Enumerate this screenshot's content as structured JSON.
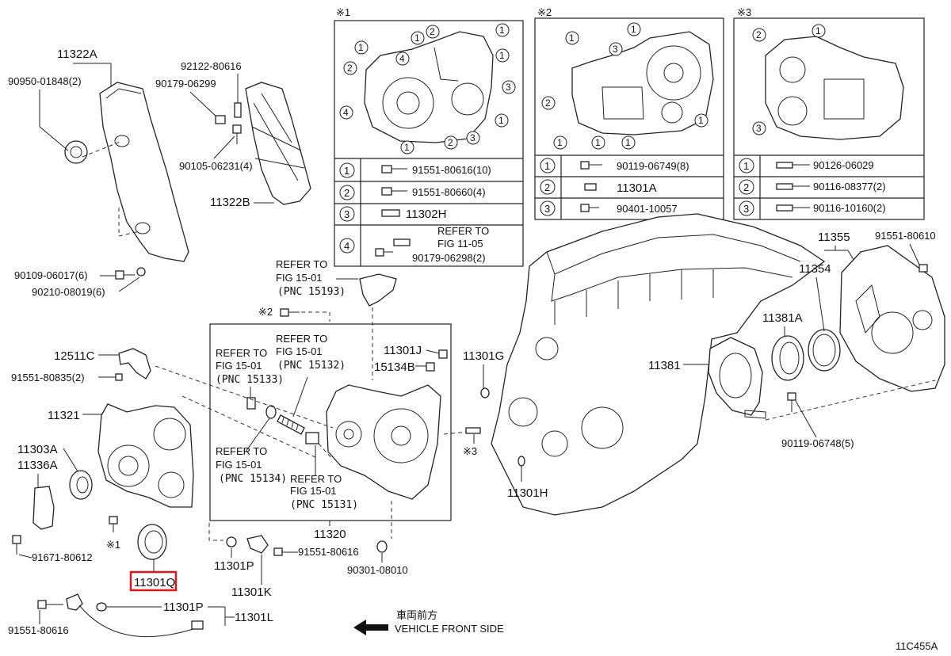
{
  "diagram_id": "11C455A",
  "footer": {
    "arrow_text_jp": "車両前方",
    "arrow_text_en": "VEHICLE FRONT SIDE"
  },
  "highlighted_part": "11301Q",
  "labels": {
    "p11322A": "11322A",
    "p90950": "90950-01848(2)",
    "p92122": "92122-80616",
    "p90179a": "90179-06299",
    "p90105": "90105-06231(4)",
    "p11322B": "11322B",
    "p90109": "90109-06017(6)",
    "p90210": "90210-08019(6)",
    "p12511C": "12511C",
    "p91551_835": "91551-80835(2)",
    "p11321": "11321",
    "p11303A": "11303A",
    "p11336A": "11336A",
    "p91671": "91671-80612",
    "p11301Q": "11301Q",
    "p11301P_a": "11301P",
    "p11301K": "11301K",
    "p91551_616a": "91551-80616",
    "p90301": "90301-08010",
    "p11320": "11320",
    "p11301J": "11301J",
    "p15134B": "15134B",
    "p11301G": "11301G",
    "p11301H": "11301H",
    "p11381": "11381",
    "p11381A": "11381A",
    "p11354": "11354",
    "p11355": "11355",
    "p91551_610": "91551-80610",
    "p90119_748": "90119-06748(5)",
    "p11301P_b": "11301P",
    "p11301L": "11301L",
    "p91551_616b": "91551-80616",
    "note1": "※1",
    "note2": "※2",
    "note3": "※3"
  },
  "refer_to": {
    "r15193": {
      "l1": "REFER TO",
      "l2": "FIG 15-01",
      "l3": "(PNC 15193)"
    },
    "r15132": {
      "l1": "REFER TO",
      "l2": "FIG 15-01",
      "l3": "(PNC 15132)"
    },
    "r15133": {
      "l1": "REFER TO",
      "l2": "FIG 15-01",
      "l3": "(PNC 15133)"
    },
    "r15134": {
      "l1": "REFER TO",
      "l2": "FIG 15-01",
      "l3": "(PNC 15134)"
    },
    "r15131": {
      "l1": "REFER TO",
      "l2": "FIG 15-01",
      "l3": "(PNC 15131)"
    }
  },
  "legend1": {
    "title": "※1",
    "rows": [
      {
        "num": "1",
        "part": "91551-80616(10)"
      },
      {
        "num": "2",
        "part": "91551-80660(4)"
      },
      {
        "num": "3",
        "part": "11302H"
      },
      {
        "num": "4",
        "part_l1": "REFER TO",
        "part_l2": "FIG 11-05",
        "part_l3": "90179-06298(2)"
      }
    ]
  },
  "legend2": {
    "title": "※2",
    "rows": [
      {
        "num": "1",
        "part": "90119-06749(8)"
      },
      {
        "num": "2",
        "part": "11301A"
      },
      {
        "num": "3",
        "part": "90401-10057"
      }
    ]
  },
  "legend3": {
    "title": "※3",
    "rows": [
      {
        "num": "1",
        "part": "90126-06029"
      },
      {
        "num": "2",
        "part": "90116-08377(2)"
      },
      {
        "num": "3",
        "part": "90116-10160(2)"
      }
    ]
  },
  "callouts": [
    "1",
    "2",
    "3",
    "4"
  ]
}
